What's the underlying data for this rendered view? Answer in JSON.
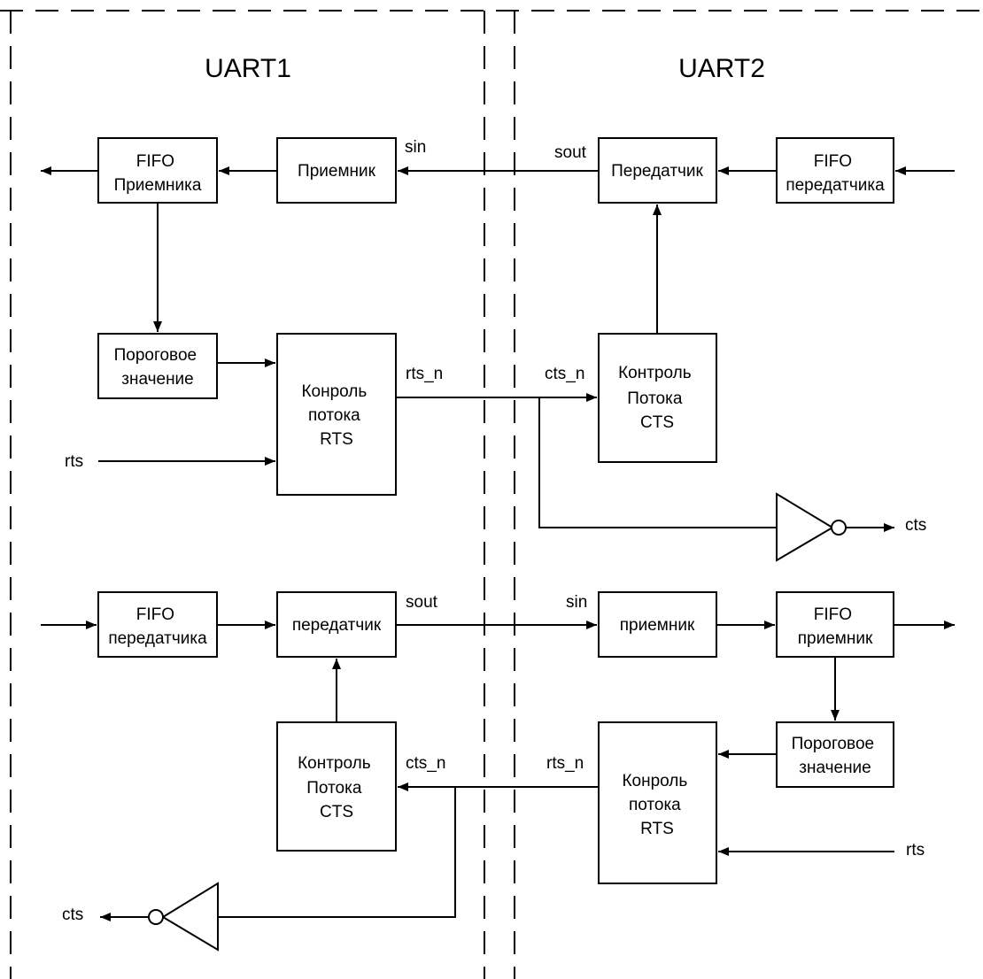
{
  "titles": {
    "uart1": "UART1",
    "uart2": "UART2"
  },
  "top": {
    "fifo_rx": [
      "FIFO",
      "Приемника"
    ],
    "receiver": "Приемник",
    "sin": "sin",
    "sout": "sout",
    "transmitter": "Передатчик",
    "fifo_tx": [
      "FIFO",
      "передатчика"
    ],
    "threshold": [
      "Пороговое",
      "значение"
    ],
    "rts_ctrl": [
      "Конроль",
      "потока",
      "RTS"
    ],
    "rts_n": "rts_n",
    "cts_n": "cts_n",
    "cts_ctrl": [
      "Контроль",
      "Потока",
      "CTS"
    ],
    "rts": "rts",
    "cts": "cts"
  },
  "bottom": {
    "fifo_tx": [
      "FIFO",
      "передатчика"
    ],
    "transmitter": "передатчик",
    "sout": "sout",
    "sin": "sin",
    "receiver": "приемник",
    "fifo_rx": [
      "FIFO",
      "приемник"
    ],
    "cts_ctrl": [
      "Контроль",
      "Потока",
      "CTS"
    ],
    "cts_n": "cts_n",
    "rts_n": "rts_n",
    "rts_ctrl": [
      "Конроль",
      "потока",
      "RTS"
    ],
    "threshold": [
      "Пороговое",
      "значение"
    ],
    "rts": "rts",
    "cts": "cts"
  }
}
